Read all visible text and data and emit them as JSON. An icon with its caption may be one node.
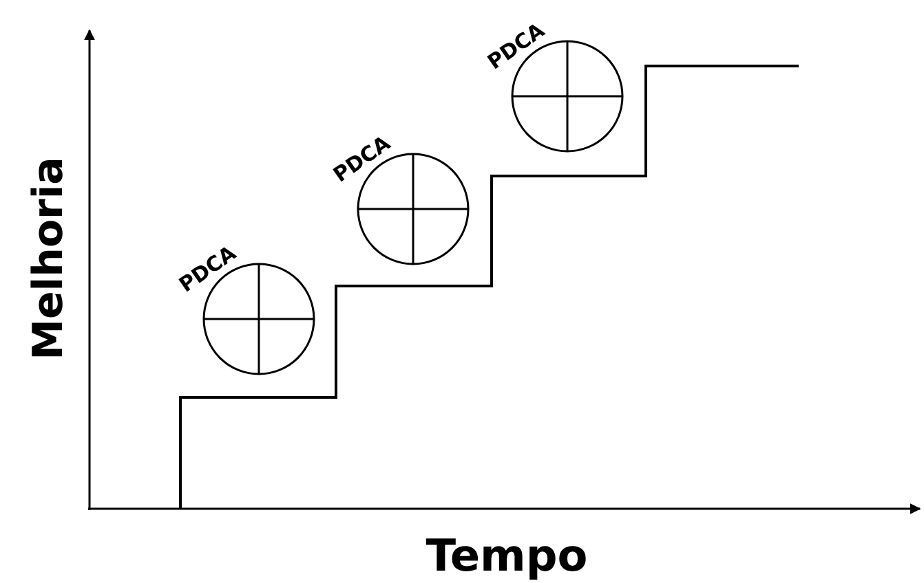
{
  "diagram": {
    "labels": [
      "PDCA",
      "PDCA",
      "PDCA",
      "Melhoria",
      "Tempo"
    ]
  }
}
